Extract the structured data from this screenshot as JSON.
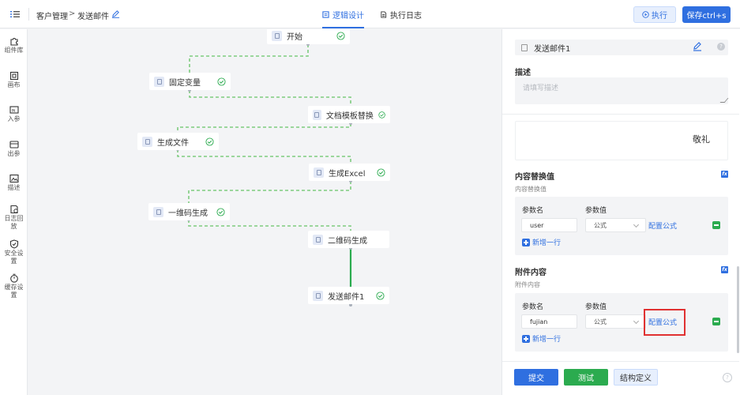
{
  "breadcrumb": {
    "parent": "客户管理",
    "separator": ">",
    "current": "发送邮件"
  },
  "tabs": [
    {
      "label": "逻辑设计",
      "active": true
    },
    {
      "label": "执行日志",
      "active": false
    }
  ],
  "header_actions": {
    "run_label": "执行",
    "save_label": "保存ctrl+s"
  },
  "sidebar": {
    "items": [
      {
        "label": "组件库",
        "icon": "puzzle-icon"
      },
      {
        "label": "画布",
        "icon": "canvas-icon"
      },
      {
        "label": "入参",
        "icon": "input-params-icon"
      },
      {
        "label": "出参",
        "icon": "output-params-icon"
      },
      {
        "label": "描述",
        "icon": "description-icon"
      },
      {
        "label": "日志回放",
        "icon": "log-replay-icon"
      },
      {
        "label": "安全设置",
        "icon": "shield-icon"
      },
      {
        "label": "缓存设置",
        "icon": "timer-icon"
      }
    ]
  },
  "flow": {
    "nodes": [
      {
        "label": "开始",
        "status": "ok"
      },
      {
        "label": "固定变量",
        "status": "ok"
      },
      {
        "label": "文档模板替换",
        "status": "ok"
      },
      {
        "label": "生成文件",
        "status": "ok"
      },
      {
        "label": "生成Excel",
        "status": "ok"
      },
      {
        "label": "一维码生成",
        "status": "ok"
      },
      {
        "label": "二维码生成",
        "status": "none"
      },
      {
        "label": "发送邮件1",
        "status": "ok",
        "selected": true
      }
    ]
  },
  "panel": {
    "node_name": "发送邮件1",
    "description_label": "描述",
    "description_placeholder": "请填写描述",
    "body_preview": "敬礼",
    "content_replace": {
      "title": "内容替换值",
      "subtitle": "内容替换值",
      "col_name": "参数名",
      "col_value": "参数值",
      "rows": [
        {
          "name": "user",
          "value": "公式",
          "action": "配置公式"
        }
      ],
      "add_label": "新增一行"
    },
    "attachments": {
      "title": "附件内容",
      "subtitle": "附件内容",
      "col_name": "参数名",
      "col_value": "参数值",
      "rows": [
        {
          "name": "fujian",
          "value": "公式",
          "action": "配置公式",
          "highlighted": true
        }
      ],
      "add_label": "新增一行"
    },
    "footer": {
      "submit": "提交",
      "test": "测试",
      "schema": "结构定义"
    }
  },
  "colors": {
    "accent": "#2f6fe0",
    "success": "#2bab4f",
    "highlight": "#e03131",
    "dashed_edge": "#7ecb7e"
  }
}
